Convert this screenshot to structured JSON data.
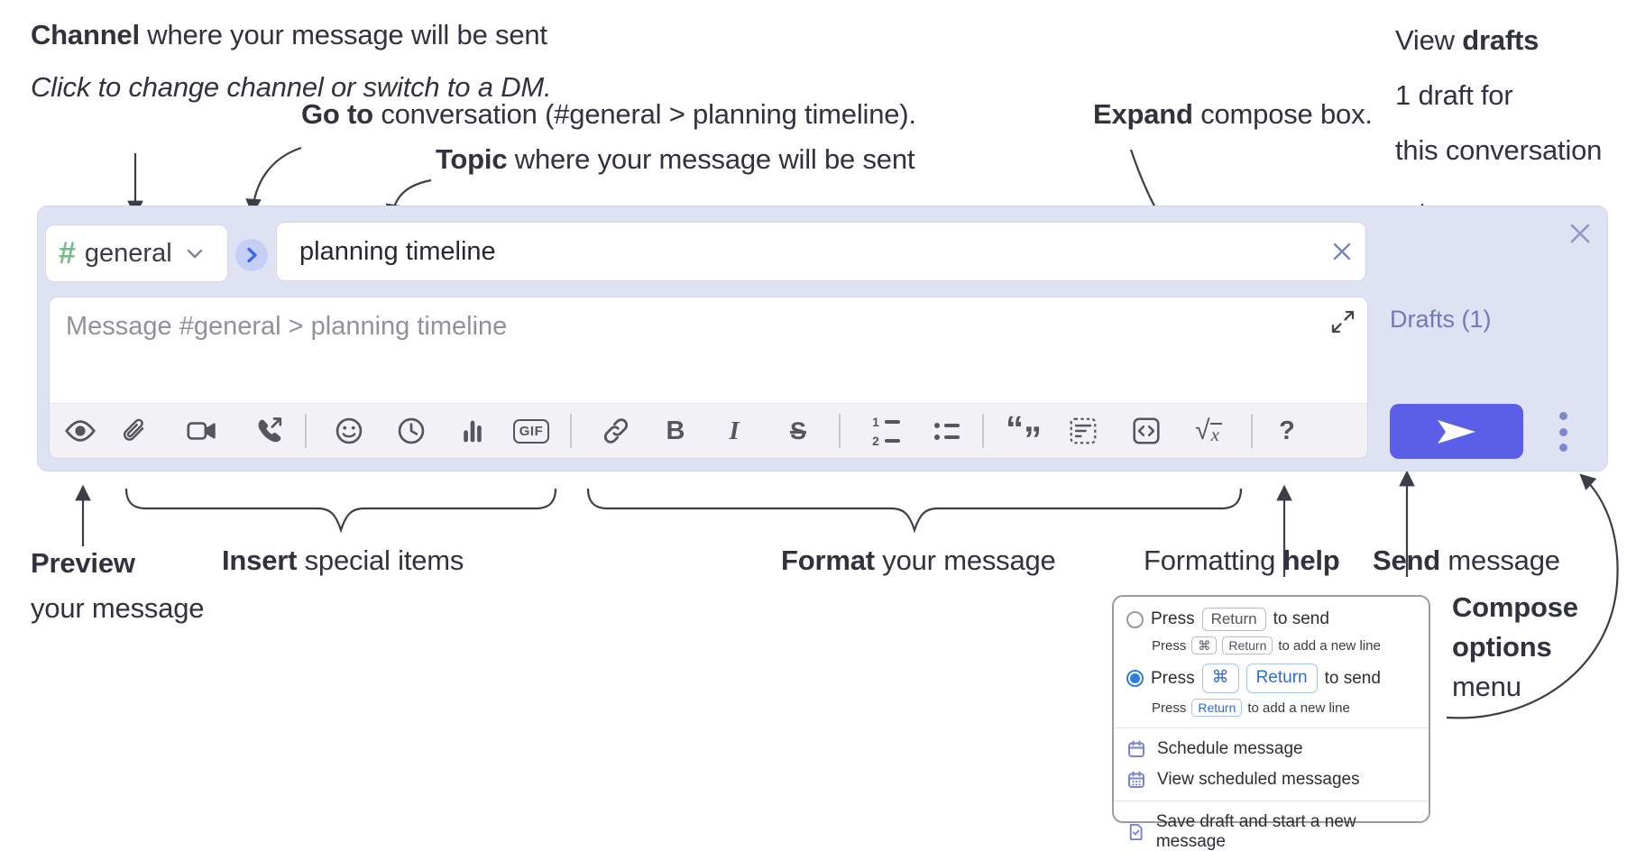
{
  "annotations": {
    "channel_bold": "Channel",
    "channel_rest": " where your message will be sent",
    "channel_sub": "Click to change channel or switch to a DM.",
    "goto_bold": "Go to",
    "goto_rest": " conversation (#general > planning timeline).",
    "topic_bold": "Topic",
    "topic_rest": " where your message will be sent",
    "expand_bold": "Expand",
    "expand_rest": " compose box.",
    "drafts_pre": "View ",
    "drafts_bold": "drafts",
    "drafts_sub1": "1 draft for",
    "drafts_sub2": "this conversation",
    "preview_bold": "Preview",
    "preview_rest": "your message",
    "insert_bold": "Insert",
    "insert_rest": " special items",
    "format_bold": "Format",
    "format_rest": " your message",
    "help_pre": "Formatting ",
    "help_bold": "help",
    "send_bold": "Send",
    "send_rest": " message",
    "compose_menu_bold": "Compose options",
    "compose_menu_rest": " menu"
  },
  "compose": {
    "channel_hash": "#",
    "channel_name": "general",
    "topic_value": "planning timeline",
    "message_placeholder": "Message #general > planning timeline",
    "drafts_label": "Drafts (1)"
  },
  "toolbar": {
    "glyphs": {
      "bold": "B",
      "italic": "I",
      "strike": "S",
      "gif": "GIF",
      "help": "?",
      "ol1": "1",
      "ol2": "2",
      "quote_open": "“",
      "quote_close": "”",
      "sqrt": "√",
      "math_var": "x"
    }
  },
  "menu": {
    "option1": {
      "press": "Press",
      "key_return": "Return",
      "rest": "to send"
    },
    "option1_sub": {
      "press": "Press",
      "key_cmd": "⌘",
      "key_return": "Return",
      "rest": "to add a new line"
    },
    "option2": {
      "press": "Press",
      "key_cmd": "⌘",
      "key_return": "Return",
      "rest": "to send"
    },
    "option2_sub": {
      "press": "Press",
      "key_return": "Return",
      "rest": "to add a new line"
    },
    "schedule": "Schedule message",
    "view_scheduled": "View scheduled messages",
    "save_draft": "Save draft and start a new message"
  },
  "colors": {
    "compose_bg": "#dee2f3",
    "send_button": "#5b5fe7",
    "drafts_link": "#7379b5",
    "channel_hash_green": "#6fbe85",
    "goto_arrow_blue": "#3a6be0",
    "radio_blue": "#2e7de1",
    "kbd_blue": "#2a6fdb",
    "menu_icon_purple": "#7b81cc",
    "annotation_ink": "#30323e"
  }
}
